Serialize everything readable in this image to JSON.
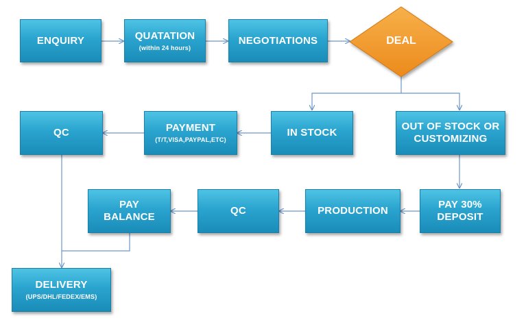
{
  "nodes": {
    "enquiry": {
      "label": "ENQUIRY"
    },
    "quotation": {
      "label": "QUATATION",
      "sub": "(within 24 hours)"
    },
    "negotiations": {
      "label": "NEGOTIATIONS"
    },
    "deal": {
      "label": "DEAL"
    },
    "in_stock": {
      "label": "IN STOCK"
    },
    "out_of_stock": {
      "line1": "OUT OF STOCK OR",
      "line2": "CUSTOMIZING"
    },
    "payment": {
      "label": "PAYMENT",
      "sub": "(T/T,VISA,PAYPAL,ETC)"
    },
    "qc_top": {
      "label": "QC"
    },
    "pay_deposit": {
      "line1": "PAY 30%",
      "line2": "DEPOSIT"
    },
    "production": {
      "label": "PRODUCTION"
    },
    "qc_bottom": {
      "label": "QC"
    },
    "pay_balance": {
      "line1": "PAY",
      "line2": "BALANCE"
    },
    "delivery": {
      "label": "DELIVERY",
      "sub": "(UPS/DHL/FEDEX/EMS)"
    }
  },
  "colors": {
    "box_top": "#4ec3e4",
    "box_bottom": "#1a8cb8",
    "diamond": "#f39a2a",
    "connector": "#6a96c9"
  }
}
